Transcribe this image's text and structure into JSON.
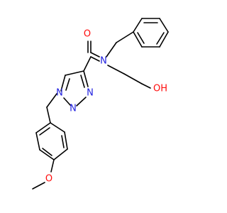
{
  "molecule": {
    "atom_labels": {
      "carbonyl_oxygen": "O",
      "amide_nitrogen": "N",
      "hydroxyl": "OH",
      "triazole_n1": "N",
      "triazole_n2": "N",
      "triazole_n3": "N",
      "methoxy_oxygen": "O"
    }
  },
  "colors": {
    "bond": "#000000",
    "oxygen": "#ff0d0d",
    "nitrogen": "#2020e0",
    "background": "#ffffff"
  }
}
